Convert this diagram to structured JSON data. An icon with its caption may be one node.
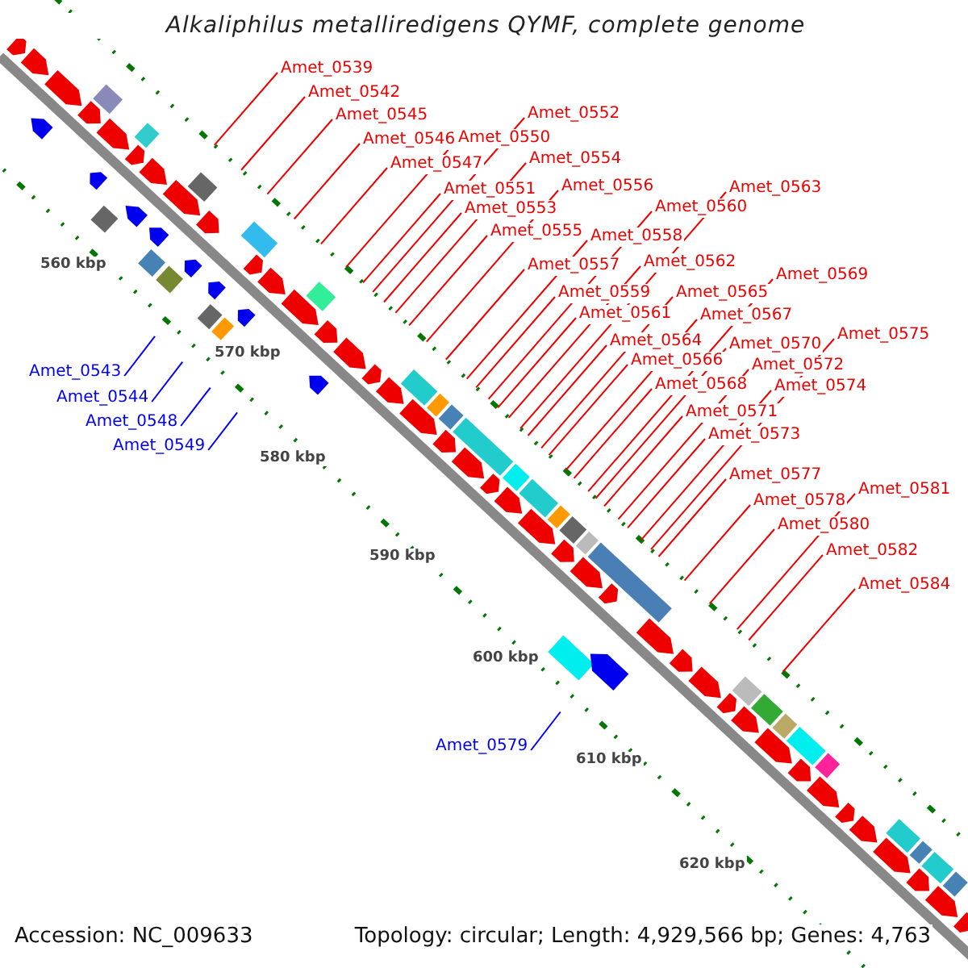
{
  "diagram": {
    "title": "Alkaliphilus metalliredigens QYMF, complete genome",
    "nodes": [
      {
        "text": [
          "Amet_0539"
        ]
      },
      {
        "text": [
          "Amet_0542"
        ]
      },
      {
        "text": [
          "Amet_0545"
        ]
      },
      {
        "text": [
          "Amet_0546"
        ]
      },
      {
        "text": [
          "Amet_0547"
        ]
      },
      {
        "text": [
          "Amet_0552"
        ]
      },
      {
        "text": [
          "Amet_0550"
        ]
      },
      {
        "text": [
          "Amet_0554"
        ]
      },
      {
        "text": [
          "Amet_0551"
        ]
      },
      {
        "text": [
          "Amet_0553"
        ]
      },
      {
        "text": [
          "Amet_0556"
        ]
      },
      {
        "text": [
          "Amet_0555"
        ]
      },
      {
        "text": [
          "Amet_0563"
        ]
      },
      {
        "text": [
          "Amet_0560"
        ]
      },
      {
        "text": [
          "Amet_0558"
        ]
      },
      {
        "text": [
          "Amet_0557"
        ]
      },
      {
        "text": [
          "Amet_0562"
        ]
      },
      {
        "text": [
          "Amet_0559"
        ]
      },
      {
        "text": [
          "Amet_0565"
        ]
      },
      {
        "text": [
          "Amet_0569"
        ]
      },
      {
        "text": [
          "Amet_0561"
        ]
      },
      {
        "text": [
          "Amet_0567"
        ]
      },
      {
        "text": [
          "Amet_0564"
        ]
      },
      {
        "text": [
          "Amet_0570"
        ]
      },
      {
        "text": [
          "Amet_0575"
        ]
      },
      {
        "text": [
          "Amet_0566"
        ]
      },
      {
        "text": [
          "Amet_0572"
        ]
      },
      {
        "text": [
          "Amet_0568"
        ]
      },
      {
        "text": [
          "Amet_0574"
        ]
      },
      {
        "text": [
          "Amet_0571"
        ]
      },
      {
        "text": [
          "Amet_0573"
        ]
      },
      {
        "text": [
          "Amet_0577"
        ]
      },
      {
        "text": [
          "Amet_0578"
        ]
      },
      {
        "text": [
          "Amet_0581"
        ]
      },
      {
        "text": [
          "Amet_0580"
        ]
      },
      {
        "text": [
          "Amet_0582"
        ]
      },
      {
        "text": [
          "Amet_0584"
        ]
      },
      {
        "text": [
          "Amet_0543"
        ]
      },
      {
        "text": [
          "Amet_0544"
        ]
      },
      {
        "text": [
          "Amet_0548"
        ]
      },
      {
        "text": [
          "Amet_0549"
        ]
      },
      {
        "text": [
          "Amet_0579"
        ]
      }
    ],
    "edges": [
      {
        "from": 0,
        "to": null,
        "arrow": "none"
      },
      {
        "from": 1,
        "to": null,
        "arrow": "none"
      },
      {
        "from": 2,
        "to": null,
        "arrow": "none"
      },
      {
        "from": 3,
        "to": null,
        "arrow": "none"
      },
      {
        "from": 4,
        "to": null,
        "arrow": "none"
      },
      {
        "from": 5,
        "to": null,
        "arrow": "none"
      },
      {
        "from": 6,
        "to": null,
        "arrow": "none"
      },
      {
        "from": 7,
        "to": null,
        "arrow": "none"
      },
      {
        "from": 8,
        "to": null,
        "arrow": "none"
      },
      {
        "from": 9,
        "to": null,
        "arrow": "none"
      },
      {
        "from": 10,
        "to": null,
        "arrow": "none"
      },
      {
        "from": 11,
        "to": null,
        "arrow": "none"
      },
      {
        "from": 12,
        "to": null,
        "arrow": "none"
      },
      {
        "from": 13,
        "to": null,
        "arrow": "none"
      },
      {
        "from": 14,
        "to": null,
        "arrow": "none"
      },
      {
        "from": 15,
        "to": null,
        "arrow": "none"
      },
      {
        "from": 16,
        "to": null,
        "arrow": "none"
      },
      {
        "from": 17,
        "to": null,
        "arrow": "none"
      },
      {
        "from": 18,
        "to": null,
        "arrow": "none"
      },
      {
        "from": 19,
        "to": null,
        "arrow": "none"
      },
      {
        "from": 20,
        "to": null,
        "arrow": "none"
      },
      {
        "from": 21,
        "to": null,
        "arrow": "none"
      },
      {
        "from": 22,
        "to": null,
        "arrow": "none"
      },
      {
        "from": 23,
        "to": null,
        "arrow": "none"
      },
      {
        "from": 24,
        "to": null,
        "arrow": "none"
      },
      {
        "from": 25,
        "to": null,
        "arrow": "none"
      },
      {
        "from": 26,
        "to": null,
        "arrow": "none"
      },
      {
        "from": 27,
        "to": null,
        "arrow": "none"
      },
      {
        "from": 28,
        "to": null,
        "arrow": "none"
      },
      {
        "from": 29,
        "to": null,
        "arrow": "none"
      },
      {
        "from": 30,
        "to": null,
        "arrow": "none"
      },
      {
        "from": 31,
        "to": null,
        "arrow": "none"
      },
      {
        "from": 32,
        "to": null,
        "arrow": "none"
      },
      {
        "from": 33,
        "to": null,
        "arrow": "none"
      },
      {
        "from": 34,
        "to": null,
        "arrow": "none"
      },
      {
        "from": 35,
        "to": null,
        "arrow": "none"
      },
      {
        "from": 36,
        "to": null,
        "arrow": "none"
      },
      {
        "from": 37,
        "to": null,
        "arrow": "none",
        "color": "#0000ff"
      },
      {
        "from": 38,
        "to": null,
        "arrow": "none",
        "color": "#0000ff"
      },
      {
        "from": 39,
        "to": null,
        "arrow": "none",
        "color": "#0000ff"
      },
      {
        "from": 40,
        "to": null,
        "arrow": "none",
        "color": "#0000ff"
      },
      {
        "from": 41,
        "to": null,
        "arrow": "none",
        "color": "#0000ff"
      }
    ],
    "labels": [
      "560 kbp",
      "570 kbp",
      "580 kbp",
      "590 kbp",
      "600 kbp",
      "610 kbp",
      "620 kbp",
      "Accession: NC_009633",
      "Topology: circular; Length: 4,929,566 bp; Genes: 4,763"
    ]
  }
}
